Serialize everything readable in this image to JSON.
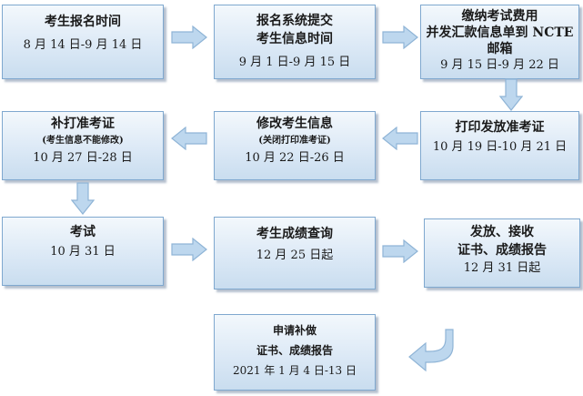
{
  "steps": {
    "registration": {
      "title": "考生报名时间",
      "date": "8 月 14 日-9 月 14 日"
    },
    "submit_info": {
      "title_line1": "报名系统提交",
      "title_line2": "考生信息时间",
      "date": "9 月 1 日-9 月 15 日"
    },
    "payment": {
      "line1": "缴纳考试费用",
      "line2": "并发汇款信息单到 NCTE",
      "line3": "邮箱",
      "date": "9 月 15 日-9 月 22 日"
    },
    "print_admission": {
      "title": "打印发放准考证",
      "date": "10 月 19 日-10 月 21 日"
    },
    "modify_info": {
      "title": "修改考生信息",
      "note": "(关闭打印准考证)",
      "date": "10 月 22 日-26 日"
    },
    "reprint_admission": {
      "title": "补打准考证",
      "note": "(考生信息不能修改)",
      "date": "10 月 27 日-28 日"
    },
    "exam": {
      "title": "考试",
      "date": "10 月 31 日"
    },
    "score_query": {
      "title": "考生成绩查询",
      "date": "12 月 25 日起"
    },
    "issue_certificate": {
      "line1": "发放、接收",
      "line2": "证书、成绩报告",
      "date": "12 月 31 日起"
    },
    "reissue_request": {
      "line1": "申请补做",
      "line2": "证书、成绩报告",
      "date": "2021 年 1 月 4 日-13 日"
    }
  },
  "colors": {
    "box_border": "#7fa8cf",
    "box_fill_top": "#f3f8fc",
    "box_fill_bottom": "#c9ddef",
    "arrow_fill": "#bdd7ee",
    "arrow_stroke": "#8fb4d6"
  }
}
